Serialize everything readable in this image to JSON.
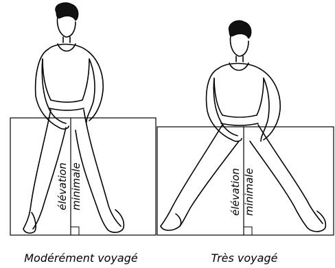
{
  "figures": [
    {
      "caption": "Modérément voyagé",
      "label_elevation": "élévation",
      "label_minimale": "minimale"
    },
    {
      "caption": "Très voyagé",
      "label_elevation": "élévation",
      "label_minimale": "minimale"
    }
  ]
}
